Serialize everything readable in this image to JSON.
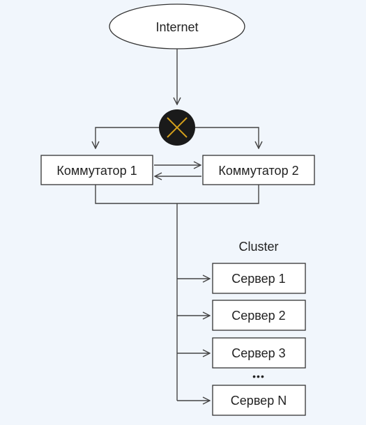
{
  "diagram": {
    "internet_label": "Internet",
    "switch1_label": "Коммутатор 1",
    "switch2_label": "Коммутатор 2",
    "cluster_label": "Cluster",
    "servers": [
      {
        "label": "Сервер 1"
      },
      {
        "label": "Сервер 2"
      },
      {
        "label": "Сервер 3"
      },
      {
        "label": "Сервер N"
      }
    ],
    "ellipsis": "•••",
    "colors": {
      "background": "#f1f6fc",
      "router_fill": "#1a1a1a",
      "router_cross": "#d4a01c",
      "box_fill": "#ffffff",
      "stroke": "#444444"
    }
  }
}
